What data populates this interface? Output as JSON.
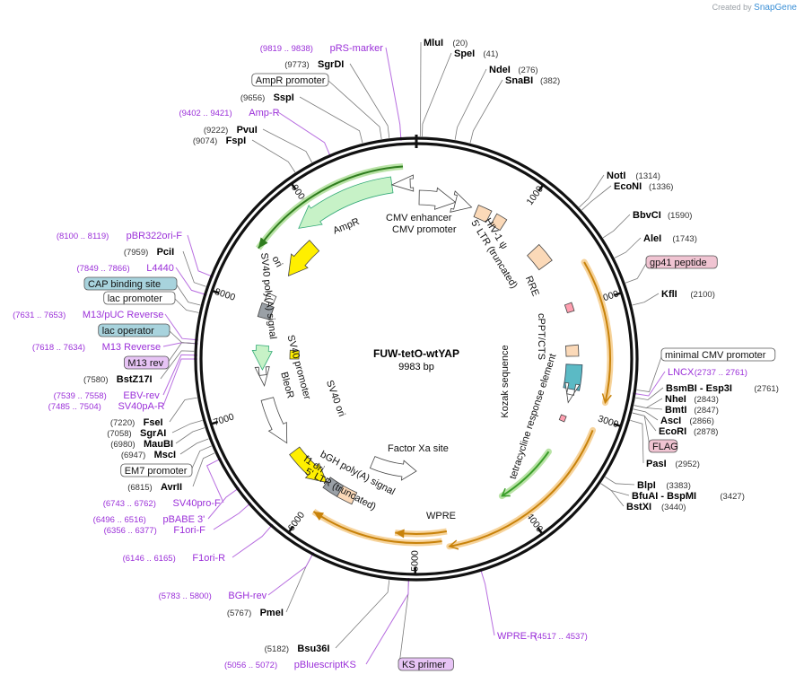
{
  "credit": {
    "prefix": "Created by",
    "brand": "SnapGene"
  },
  "plasmid": {
    "name": "FUW-tetO-wtYAP",
    "length_label": "9983 bp",
    "length": 9983
  },
  "colors": {
    "enzyme": "#000000",
    "primer": "#9b30d9",
    "bp": "#333333",
    "feature_text": "#111111"
  },
  "scale_ticks": [
    "1000",
    "2000",
    "3000",
    "4000",
    "5000",
    "6000",
    "7000",
    "8000",
    "9000"
  ],
  "sites": [
    {
      "name": "MluI",
      "bp": "(20)",
      "kind": "enzyme"
    },
    {
      "name": "SpeI",
      "bp": "(41)",
      "kind": "enzyme"
    },
    {
      "name": "NdeI",
      "bp": "(276)",
      "kind": "enzyme"
    },
    {
      "name": "SnaBI",
      "bp": "(382)",
      "kind": "enzyme"
    },
    {
      "name": "NotI",
      "bp": "(1314)",
      "kind": "enzyme"
    },
    {
      "name": "EcoNI",
      "bp": "(1336)",
      "kind": "enzyme"
    },
    {
      "name": "BbvCI",
      "bp": "(1590)",
      "kind": "enzyme"
    },
    {
      "name": "AleI",
      "bp": "(1743)",
      "kind": "enzyme"
    },
    {
      "name": "gp41 peptide",
      "bp": "",
      "kind": "feature",
      "boxed": "#f0c4d2"
    },
    {
      "name": "KflI",
      "bp": "(2100)",
      "kind": "enzyme"
    },
    {
      "name": "minimal CMV promoter",
      "bp": "",
      "kind": "feature",
      "boxed": "#ffffff"
    },
    {
      "name": "LNCX",
      "bp": "(2737 .. 2761)",
      "kind": "primer"
    },
    {
      "name": "BsmBI  - Esp3I",
      "bp": "(2761)",
      "kind": "enzyme"
    },
    {
      "name": "NheI",
      "bp": "(2843)",
      "kind": "enzyme"
    },
    {
      "name": "BmtI",
      "bp": "(2847)",
      "kind": "enzyme"
    },
    {
      "name": "AscI",
      "bp": "(2866)",
      "kind": "enzyme"
    },
    {
      "name": "EcoRI",
      "bp": "(2878)",
      "kind": "enzyme"
    },
    {
      "name": "FLAG",
      "bp": "",
      "kind": "feature",
      "boxed": "#f0c4d2"
    },
    {
      "name": "PasI",
      "bp": "(2952)",
      "kind": "enzyme"
    },
    {
      "name": "BlpI",
      "bp": "(3383)",
      "kind": "enzyme"
    },
    {
      "name": "BfuAI  - BspMI",
      "bp": "(3427)",
      "kind": "enzyme"
    },
    {
      "name": "BstXI",
      "bp": "(3440)",
      "kind": "enzyme"
    },
    {
      "name": "WPRE-R",
      "bp": "(4517 .. 4537)",
      "kind": "primer"
    },
    {
      "name": "KS primer",
      "bp": "",
      "kind": "feature",
      "boxed": "#e7c4f5"
    },
    {
      "name": "pBluescriptKS",
      "bp": "(5056 .. 5072)",
      "kind": "primer"
    },
    {
      "name": "Bsu36I",
      "bp": "(5182)",
      "kind": "enzyme"
    },
    {
      "name": "PmeI",
      "bp": "(5767)",
      "kind": "enzyme"
    },
    {
      "name": "BGH-rev",
      "bp": "(5783 .. 5800)",
      "kind": "primer"
    },
    {
      "name": "F1ori-R",
      "bp": "(6146 .. 6165)",
      "kind": "primer"
    },
    {
      "name": "F1ori-F",
      "bp": "(6356 .. 6377)",
      "kind": "primer"
    },
    {
      "name": "pBABE 3'",
      "bp": "(6496 .. 6516)",
      "kind": "primer"
    },
    {
      "name": "SV40pro-F",
      "bp": "(6743 .. 6762)",
      "kind": "primer"
    },
    {
      "name": "AvrII",
      "bp": "(6815)",
      "kind": "enzyme"
    },
    {
      "name": "EM7 promoter",
      "bp": "",
      "kind": "feature",
      "boxed": "#ffffff"
    },
    {
      "name": "MscI",
      "bp": "(6947)",
      "kind": "enzyme"
    },
    {
      "name": "MauBI",
      "bp": "(6980)",
      "kind": "enzyme"
    },
    {
      "name": "SgrAI",
      "bp": "(7058)",
      "kind": "enzyme"
    },
    {
      "name": "FseI",
      "bp": "(7220)",
      "kind": "enzyme"
    },
    {
      "name": "SV40pA-R",
      "bp": "(7485 .. 7504)",
      "kind": "primer"
    },
    {
      "name": "EBV-rev",
      "bp": "(7539 .. 7558)",
      "kind": "primer"
    },
    {
      "name": "BstZ17I",
      "bp": "(7580)",
      "kind": "enzyme"
    },
    {
      "name": "M13 rev",
      "bp": "",
      "kind": "feature",
      "boxed": "#e7c4f5"
    },
    {
      "name": "M13 Reverse",
      "bp": "(7618 .. 7634)",
      "kind": "primer"
    },
    {
      "name": "lac operator",
      "bp": "",
      "kind": "feature",
      "boxed": "#a8d3dd"
    },
    {
      "name": "M13/pUC Reverse",
      "bp": "(7631 .. 7653)",
      "kind": "primer"
    },
    {
      "name": "lac promoter",
      "bp": "",
      "kind": "feature",
      "boxed": "#ffffff"
    },
    {
      "name": "CAP binding site",
      "bp": "",
      "kind": "feature",
      "boxed": "#a8d3dd"
    },
    {
      "name": "L4440",
      "bp": "(7849 .. 7866)",
      "kind": "primer"
    },
    {
      "name": "PciI",
      "bp": "(7959)",
      "kind": "enzyme"
    },
    {
      "name": "pBR322ori-F",
      "bp": "(8100 .. 8119)",
      "kind": "primer"
    },
    {
      "name": "FspI",
      "bp": "(9074)",
      "kind": "enzyme"
    },
    {
      "name": "PvuI",
      "bp": "(9222)",
      "kind": "enzyme"
    },
    {
      "name": "Amp-R",
      "bp": "(9402 .. 9421)",
      "kind": "primer"
    },
    {
      "name": "SspI",
      "bp": "(9656)",
      "kind": "enzyme"
    },
    {
      "name": "AmpR promoter",
      "bp": "",
      "kind": "feature",
      "boxed": "#ffffff"
    },
    {
      "name": "SgrDI",
      "bp": "(9773)",
      "kind": "enzyme"
    },
    {
      "name": "pRS-marker",
      "bp": "(9819 .. 9838)",
      "kind": "primer"
    }
  ],
  "inner_labels": [
    "CMV enhancer",
    "CMV promoter",
    "HIV-1 ψ",
    "5' LTR (truncated)",
    "RRE",
    "cPPT/CTS",
    "Kozak sequence",
    "tetracycline response element",
    "Factor Xa site",
    "WPRE",
    "bGH poly(A) signal",
    "f1 ori",
    "5' LTR (truncated)",
    "SV40 ori",
    "BleoR",
    "SV40 promoter",
    "SV40 poly(A) signal",
    "ori",
    "AmpR"
  ]
}
